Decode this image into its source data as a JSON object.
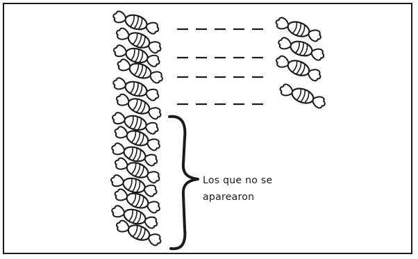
{
  "annotation": {
    "line1": "Los que no se",
    "line2": "aparearon"
  },
  "left_column": {
    "candy_count": 14,
    "paired_count": 4,
    "unpaired_count": 10
  },
  "right_column": {
    "candy_count": 4
  },
  "colors": {
    "ink": "#1a1a1a",
    "background": "#ffffff"
  },
  "icons": {
    "candy": "wrapped-candy-icon",
    "pair_line": "dashed-line",
    "brace": "right-curly-brace"
  }
}
